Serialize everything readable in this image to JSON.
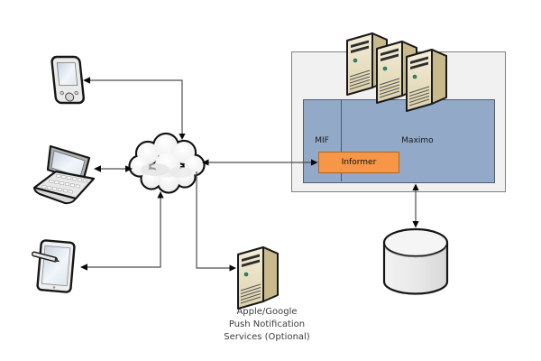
{
  "title": "Maximo Informer mobile architecture diagram",
  "labels": {
    "mif": "MIF",
    "maximo": "Maximo",
    "informer": "Informer",
    "push_services": "Apple/Google\nPush Notification\nServices (Optional)"
  },
  "nodes": [
    {
      "id": "pda",
      "icon": "pda-handheld-icon",
      "type": "client-device"
    },
    {
      "id": "laptop",
      "icon": "laptop-icon",
      "type": "client-device"
    },
    {
      "id": "tablet",
      "icon": "tablet-stylus-icon",
      "type": "client-device"
    },
    {
      "id": "cloud",
      "icon": "network-cloud-icon",
      "type": "network"
    },
    {
      "id": "server-cluster",
      "icon": "server-cluster-icon",
      "type": "infrastructure"
    },
    {
      "id": "maximo-system",
      "label": "Maximo",
      "type": "system-boundary"
    },
    {
      "id": "mif",
      "label": "MIF",
      "type": "system-zone"
    },
    {
      "id": "informer",
      "label": "Informer",
      "type": "component"
    },
    {
      "id": "database",
      "icon": "database-cylinder-icon",
      "type": "datastore"
    },
    {
      "id": "push-server",
      "icon": "tower-server-icon",
      "label": "Apple/Google Push Notification Services (Optional)",
      "type": "external-service"
    }
  ],
  "edges": [
    {
      "from": "pda",
      "to": "cloud",
      "bidirectional": true
    },
    {
      "from": "laptop",
      "to": "cloud",
      "bidirectional": true
    },
    {
      "from": "tablet",
      "to": "cloud",
      "bidirectional": true
    },
    {
      "from": "cloud",
      "to": "informer",
      "bidirectional": true
    },
    {
      "from": "cloud",
      "to": "push-server",
      "bidirectional": false
    },
    {
      "from": "maximo-system",
      "to": "database",
      "bidirectional": true
    }
  ],
  "colors": {
    "maximo_box_fill": "#92a9c8",
    "maximo_box_border": "#55606e",
    "informer_fill": "#f79646",
    "informer_border": "#a96a2b",
    "outer_box_fill": "#f1f1f2",
    "outer_box_border": "#7f7f7f",
    "server_front": "#efe8d2",
    "server_side": "#c9ba8e",
    "server_top": "#f8f4e6",
    "led_green": "#2d8c6e",
    "cloud_fill": "#f3f3f3",
    "device_body": "#eaeaea",
    "screen_tint": "#ccd7e3",
    "connector_line": "#4e4e4e",
    "arrowhead": "#0a0a0a",
    "label_text": "#3c3c3c"
  }
}
